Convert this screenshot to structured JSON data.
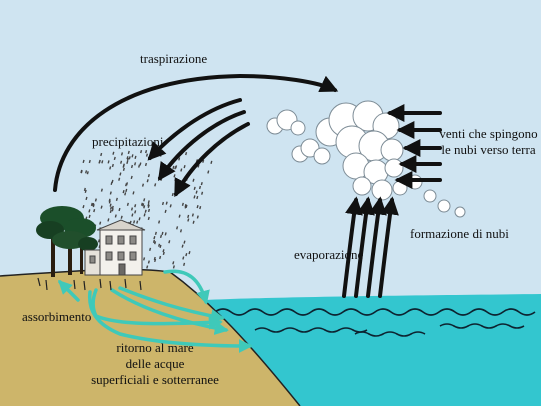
{
  "labels": {
    "transpiration": "traspirazione",
    "precipitation": "precipitazioni",
    "winds_line1": "venti che spingono",
    "winds_line2": "le nubi verso terra",
    "cloud_formation": "formazione di nubi",
    "evaporation": "evaporazione",
    "absorption": "assorbimento",
    "return_line1": "ritorno al mare",
    "return_line2": "delle acque",
    "return_line3": "superficiali e sotterranee"
  },
  "colors": {
    "sky": "#cfe4f1",
    "land": "#cdb56a",
    "sea": "#33c6cf",
    "flow_arrows": "#3fc9b9",
    "black_arrows": "#111111",
    "tree": "#1b4f2a"
  },
  "icons": [
    "tree-icon",
    "house-icon",
    "cloud-icon",
    "wave-icon"
  ]
}
